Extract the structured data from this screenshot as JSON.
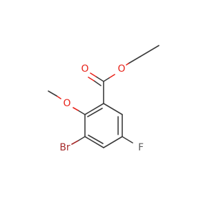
{
  "molecule": {
    "atoms": [
      {
        "id": "O_ester",
        "label": "O",
        "color": "#e8231a"
      },
      {
        "id": "O_carbonyl",
        "label": "O",
        "color": "#e8231a"
      },
      {
        "id": "O_methoxy",
        "label": "O",
        "color": "#e8231a"
      },
      {
        "id": "Br",
        "label": "Br",
        "color": "#a52a2a"
      },
      {
        "id": "F",
        "label": "F",
        "color": "#5a5a5a"
      }
    ]
  }
}
